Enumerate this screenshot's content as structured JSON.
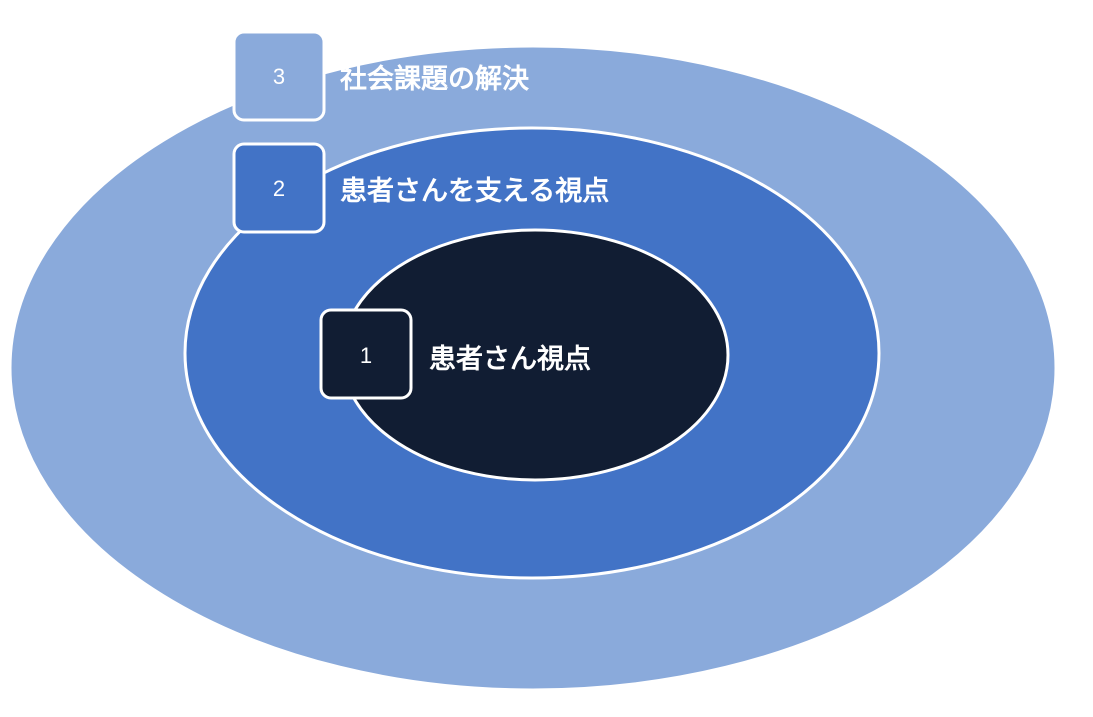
{
  "diagram": {
    "type": "concentric-levels",
    "levels": [
      {
        "number": "1",
        "label": "患者さん視点",
        "fill": "#111d33"
      },
      {
        "number": "2",
        "label": "患者さんを支える視点",
        "fill": "#4273c6"
      },
      {
        "number": "3",
        "label": "社会課題の解決",
        "fill": "#8aaadb"
      }
    ]
  }
}
